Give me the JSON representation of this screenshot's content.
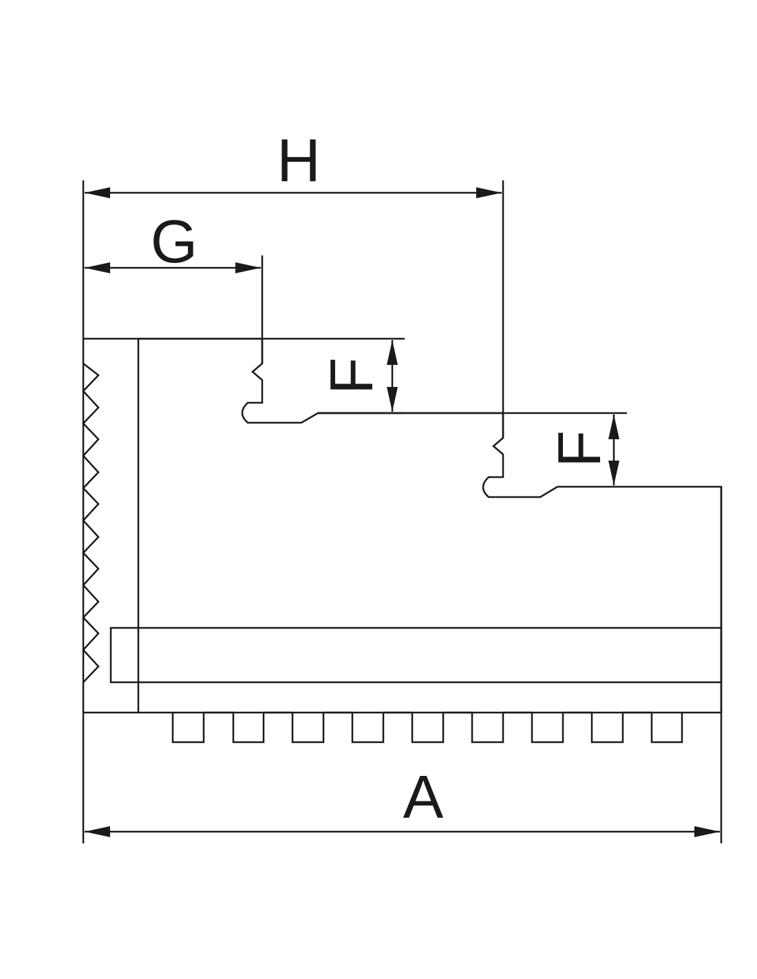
{
  "labels": {
    "h": "H",
    "g": "G",
    "f_upper": "F",
    "f_lower": "F",
    "a": "A"
  },
  "colors": {
    "line": "#1a1a1a",
    "background": "#ffffff"
  }
}
